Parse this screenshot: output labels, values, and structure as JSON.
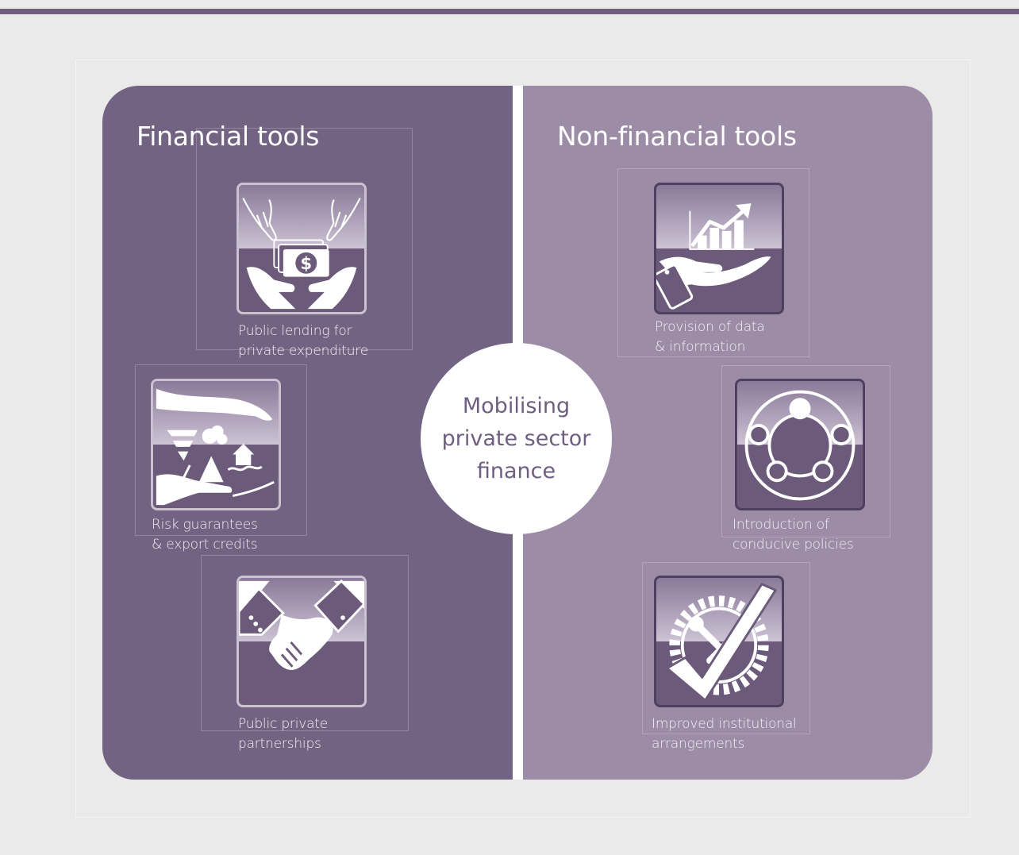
{
  "colors": {
    "top_bar": "#6e5e80",
    "financial_panel": "#736383",
    "non_financial_panel": "#9d8ca6",
    "center_text": "#6e5e80"
  },
  "center": {
    "lines": [
      "Mobilising",
      "private sector",
      "finance"
    ]
  },
  "financial": {
    "title": "Financial  tools",
    "items": [
      {
        "icon": "hands-giving-money-icon",
        "caption": [
          "Public lending for",
          "private expenditure"
        ]
      },
      {
        "icon": "hands-sheltering-disasters-icon",
        "caption": [
          "Risk guarantees",
          "& export credits"
        ]
      },
      {
        "icon": "handshake-icon",
        "caption": [
          "Public private",
          "partnerships"
        ]
      }
    ]
  },
  "non_financial": {
    "title": "Non-financial tools",
    "items": [
      {
        "icon": "hand-holding-growth-chart-icon",
        "caption": [
          "Provision of data",
          "& information"
        ]
      },
      {
        "icon": "round-table-meeting-icon",
        "caption": [
          "Introduction of",
          "conducive policies"
        ]
      },
      {
        "icon": "gear-tools-checkmark-icon",
        "caption": [
          "Improved institutional",
          "arrangements"
        ]
      }
    ]
  }
}
